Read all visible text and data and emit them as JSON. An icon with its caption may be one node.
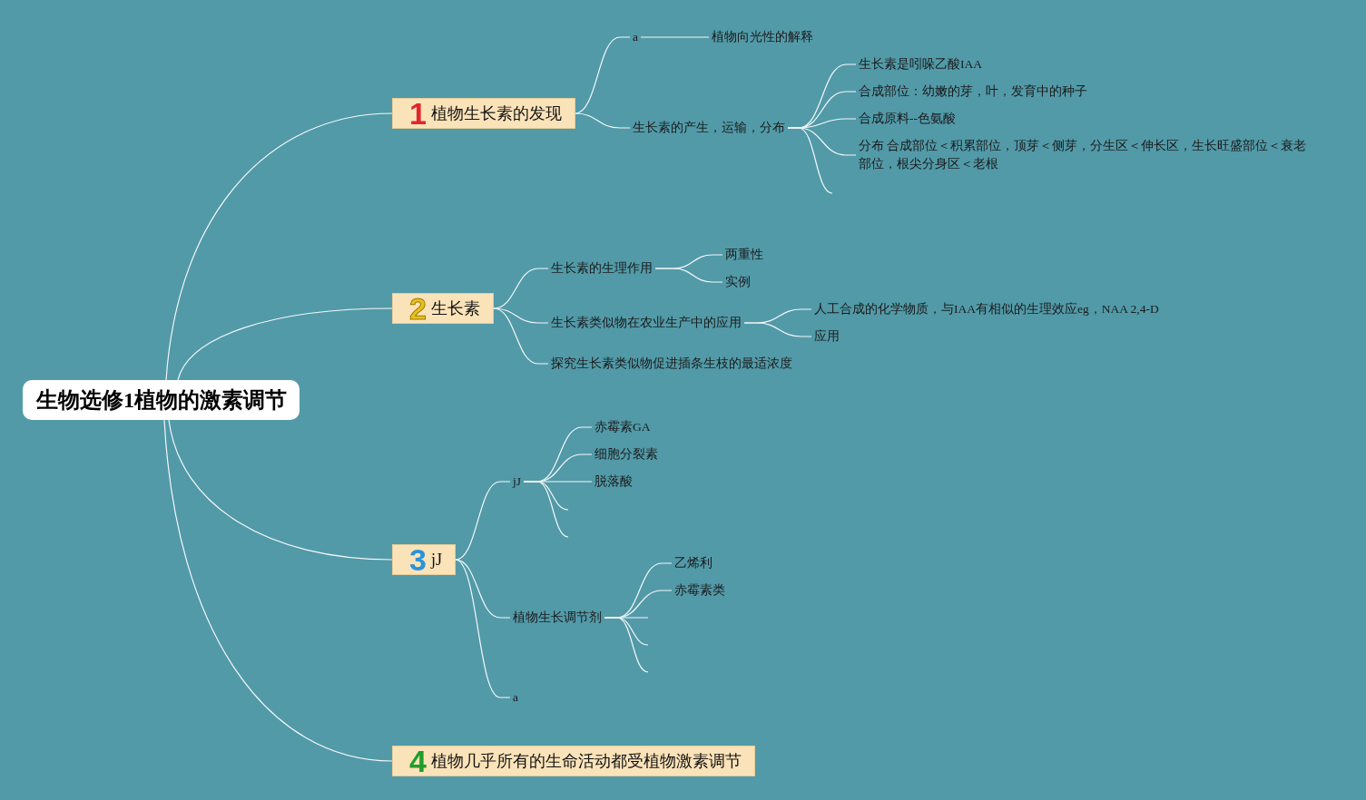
{
  "diagram": {
    "nodes": [
      {
        "text": [
          "生物选修1植物的激素调节"
        ]
      },
      {
        "text": [
          "1",
          "植物生长素的发现"
        ]
      },
      {
        "text": [
          "a"
        ]
      },
      {
        "text": [
          "植物向光性的解释"
        ]
      },
      {
        "text": [
          "生长素的产生，运输，分布"
        ]
      },
      {
        "text": [
          "生长素是吲哚乙酸IAA"
        ]
      },
      {
        "text": [
          "合成部位：幼嫩的芽，叶，发育中的种子"
        ]
      },
      {
        "text": [
          "合成原料--色氨酸"
        ]
      },
      {
        "text": [
          "分布 合成部位＜积累部位，顶芽＜侧芽，分生区＜伸长区，生长旺盛部位＜衰老部位，根尖分身区＜老根"
        ]
      },
      {
        "text": [
          "2",
          "生长素"
        ]
      },
      {
        "text": [
          "生长素的生理作用"
        ]
      },
      {
        "text": [
          "两重性"
        ]
      },
      {
        "text": [
          "实例"
        ]
      },
      {
        "text": [
          "生长素类似物在农业生产中的应用"
        ]
      },
      {
        "text": [
          "人工合成的化学物质，与IAA有相似的生理效应eg，NAA 2,4-D"
        ]
      },
      {
        "text": [
          "应用"
        ]
      },
      {
        "text": [
          "探究生长素类似物促进插条生枝的最适浓度"
        ]
      },
      {
        "text": [
          "3",
          "jJ"
        ]
      },
      {
        "text": [
          "jJ"
        ]
      },
      {
        "text": [
          "赤霉素GA"
        ]
      },
      {
        "text": [
          "细胞分裂素"
        ]
      },
      {
        "text": [
          "脱落酸"
        ]
      },
      {
        "text": [
          "植物生长调节剂"
        ]
      },
      {
        "text": [
          "乙烯利"
        ]
      },
      {
        "text": [
          "赤霉素类"
        ]
      },
      {
        "text": [
          "a"
        ]
      },
      {
        "text": [
          "4",
          "植物几乎所有的生命活动都受植物激素调节"
        ]
      }
    ],
    "edges": [
      {
        "from": 0,
        "to": 1,
        "arrow": "none"
      },
      {
        "from": 1,
        "to": 2,
        "arrow": "none"
      },
      {
        "from": 2,
        "to": 3,
        "arrow": "none"
      },
      {
        "from": 1,
        "to": 4,
        "arrow": "none"
      },
      {
        "from": 4,
        "to": 5,
        "arrow": "none"
      },
      {
        "from": 4,
        "to": 6,
        "arrow": "none"
      },
      {
        "from": 4,
        "to": 7,
        "arrow": "none"
      },
      {
        "from": 4,
        "to": 8,
        "arrow": "none"
      },
      {
        "from": 4,
        "to": null,
        "arrow": "none"
      },
      {
        "from": 0,
        "to": 9,
        "arrow": "none"
      },
      {
        "from": 9,
        "to": 10,
        "arrow": "none"
      },
      {
        "from": 10,
        "to": 11,
        "arrow": "none"
      },
      {
        "from": 10,
        "to": 12,
        "arrow": "none"
      },
      {
        "from": 9,
        "to": 13,
        "arrow": "none"
      },
      {
        "from": 13,
        "to": 14,
        "arrow": "none"
      },
      {
        "from": 13,
        "to": 15,
        "arrow": "none"
      },
      {
        "from": 9,
        "to": 16,
        "arrow": "none"
      },
      {
        "from": 0,
        "to": 17,
        "arrow": "none"
      },
      {
        "from": 17,
        "to": 18,
        "arrow": "none"
      },
      {
        "from": 18,
        "to": 19,
        "arrow": "none"
      },
      {
        "from": 18,
        "to": 20,
        "arrow": "none"
      },
      {
        "from": 18,
        "to": 21,
        "arrow": "none"
      },
      {
        "from": 18,
        "to": null,
        "arrow": "none"
      },
      {
        "from": 18,
        "to": null,
        "arrow": "none"
      },
      {
        "from": 17,
        "to": 22,
        "arrow": "none"
      },
      {
        "from": 22,
        "to": 23,
        "arrow": "none"
      },
      {
        "from": 22,
        "to": 24,
        "arrow": "none"
      },
      {
        "from": 22,
        "to": null,
        "arrow": "none"
      },
      {
        "from": 22,
        "to": null,
        "arrow": "none"
      },
      {
        "from": 22,
        "to": null,
        "arrow": "none"
      },
      {
        "from": 17,
        "to": 25,
        "arrow": "none"
      },
      {
        "from": 0,
        "to": 26,
        "arrow": "none"
      }
    ]
  }
}
